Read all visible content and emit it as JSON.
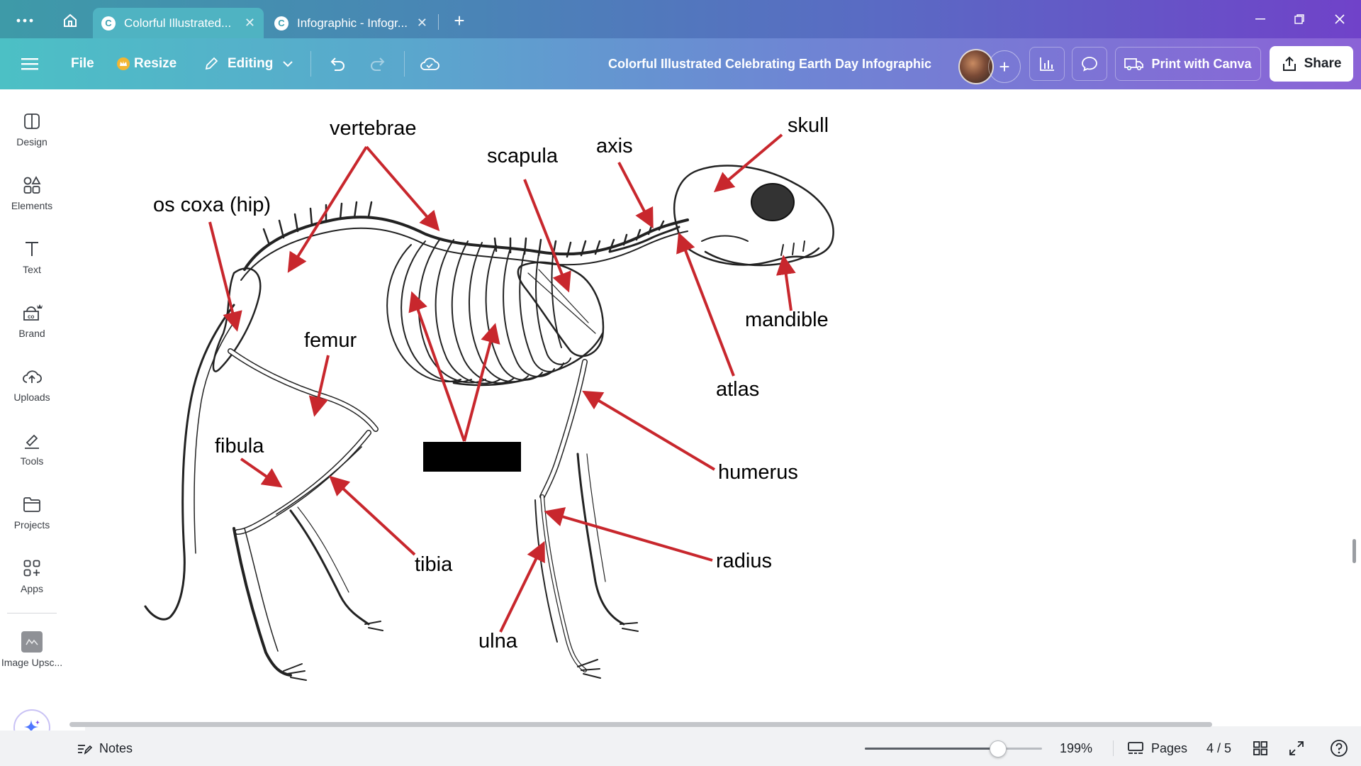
{
  "browser": {
    "tabs": [
      {
        "title": "Colorful Illustrated...",
        "active": true
      },
      {
        "title": "Infographic - Infogr...",
        "active": false
      }
    ]
  },
  "toolbar": {
    "file_label": "File",
    "resize_label": "Resize",
    "editing_label": "Editing",
    "doc_title": "Colorful Illustrated Celebrating Earth Day Infographic",
    "print_label": "Print with Canva",
    "share_label": "Share"
  },
  "sidebar": {
    "items": [
      {
        "label": "Design",
        "icon": "design-icon"
      },
      {
        "label": "Elements",
        "icon": "elements-icon"
      },
      {
        "label": "Text",
        "icon": "text-icon"
      },
      {
        "label": "Brand",
        "icon": "brand-icon"
      },
      {
        "label": "Uploads",
        "icon": "uploads-icon"
      },
      {
        "label": "Tools",
        "icon": "tools-icon"
      },
      {
        "label": "Projects",
        "icon": "projects-icon"
      },
      {
        "label": "Apps",
        "icon": "apps-icon"
      },
      {
        "label": "Image Upsc...",
        "icon": "image-upscaler-icon"
      }
    ]
  },
  "diagram": {
    "labels": {
      "vertebrae": "vertebrae",
      "scapula": "scapula",
      "axis": "axis",
      "skull": "skull",
      "os_coxa": "os coxa (hip)",
      "femur": "femur",
      "fibula": "fibula",
      "tibia": "tibia",
      "ulna": "ulna",
      "radius": "radius",
      "humerus": "humerus",
      "atlas": "atlas",
      "mandible": "mandible"
    },
    "arrow_color": "#c8272d"
  },
  "bottombar": {
    "notes_label": "Notes",
    "zoom_value": 199,
    "zoom_label": "199%",
    "pages_label": "Pages",
    "page_counter": "4 / 5"
  },
  "colors": {
    "accent": "#7d2ae8",
    "toolbar_start": "#4cc0c5",
    "toolbar_end": "#8b63d6"
  }
}
